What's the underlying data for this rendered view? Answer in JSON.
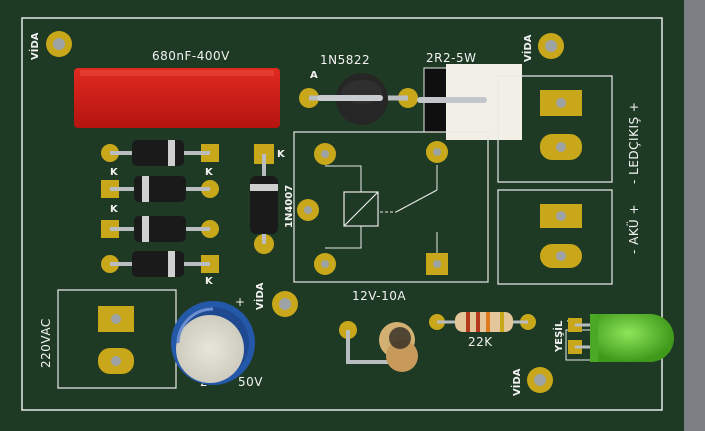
{
  "labels": {
    "vida": "VİDA",
    "cap_film": "680nF-400V",
    "schottky": "1N5822",
    "resistor_power": "2R2-5W",
    "anode": "A",
    "cathode": "K",
    "diode_1n4007": "1N4007",
    "led_out": "- LEDÇIKIŞ +",
    "battery": "- AKÜ +",
    "relay": "12V-10A",
    "res_22k": "22K",
    "green": "YEŞİL",
    "ac_in": "220VAC",
    "plus": "+",
    "elec_cap_partial_1": "2",
    "elec_cap_partial_2": "50V",
    "led_pin_mark": "+"
  },
  "colors": {
    "board": "#1e3b24",
    "board_edge": "#0f2116",
    "silk": "#f2f2f2",
    "pad": "#c8a81a",
    "red_cap": "#cc1a14",
    "led": "#59c62a",
    "elec_cap": "#2458a8"
  }
}
